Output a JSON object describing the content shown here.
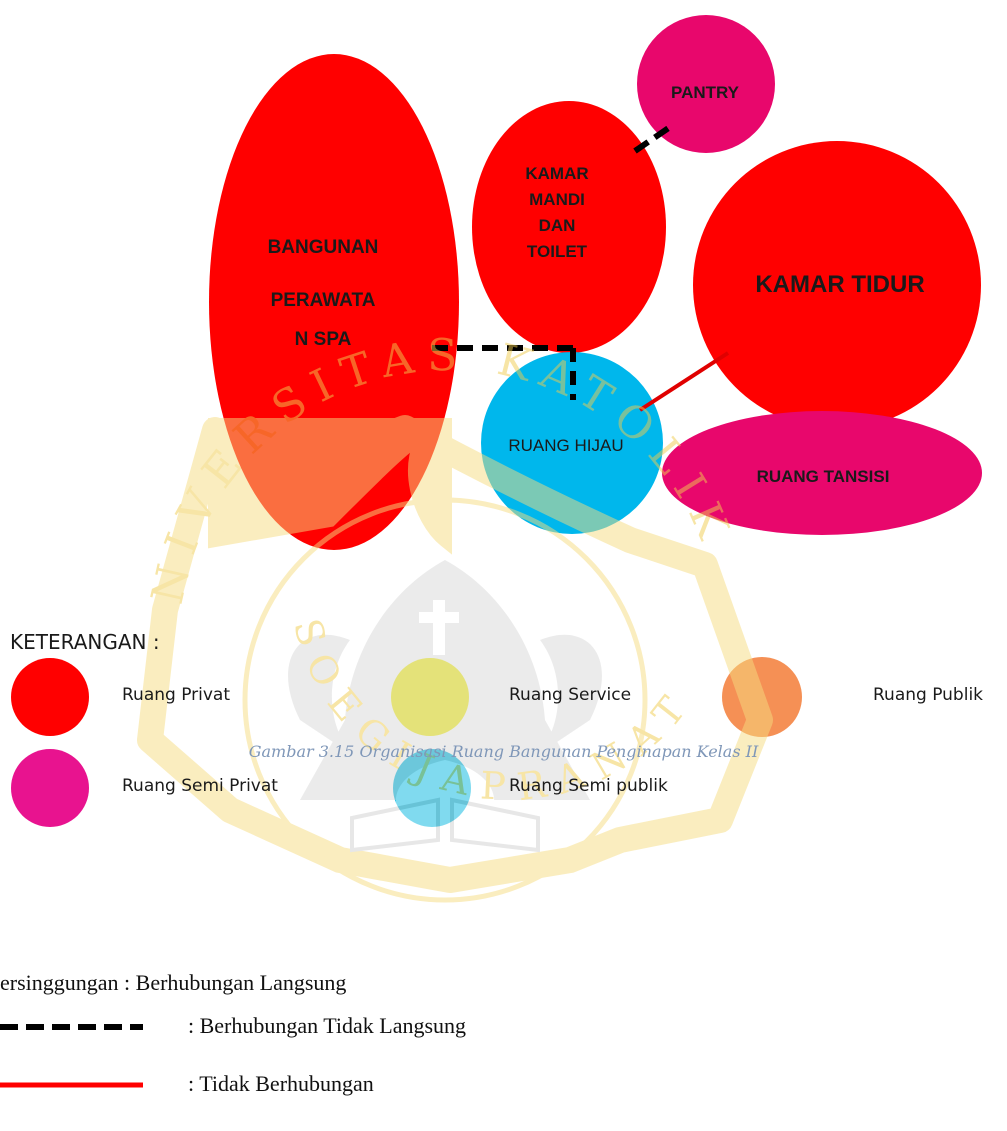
{
  "spaces": {
    "bangunan_perawatan_spa": [
      "BANGUNAN",
      "PERAWATA",
      "N SPA"
    ],
    "kamar_mandi_dan_toilet": [
      "KAMAR",
      "MANDI",
      "DAN",
      "TOILET"
    ],
    "pantry": "PANTRY",
    "kamar_tidur": "KAMAR TIDUR",
    "ruang_hijau": "RUANG HIJAU",
    "ruang_tansisi": "RUANG TANSISI"
  },
  "colors": {
    "privat": "#ff0000",
    "semi_privat": "#e8076c",
    "hijau": "#00b7ec",
    "legend_privat": "#ff0000",
    "legend_semi_privat": "#e8138f",
    "legend_service": "#f2ee1a",
    "legend_semi_publik": "#00b6e0",
    "legend_publik": "#f59055",
    "watermark": "#f6dc80"
  },
  "legend": {
    "title": "KETERANGAN :",
    "items": [
      {
        "label": "Ruang Privat"
      },
      {
        "label": "Ruang Service"
      },
      {
        "label": "Ruang Publik"
      },
      {
        "label": "Ruang Semi Privat"
      },
      {
        "label": "Ruang Semi publik"
      }
    ]
  },
  "caption": "Gambar 3.15  Organisasi Ruang Bangunan Penginapan Kelas II",
  "relations": {
    "touching": "ersinggungan : Berhubungan Langsung",
    "indirect": ": Berhubungan Tidak Langsung",
    "none": ": Tidak Berhubungan"
  },
  "watermark_text": {
    "top_arc": "NIVERSITAS KATOLIK",
    "bottom_arc": "SOEGIJAPRANATA"
  }
}
